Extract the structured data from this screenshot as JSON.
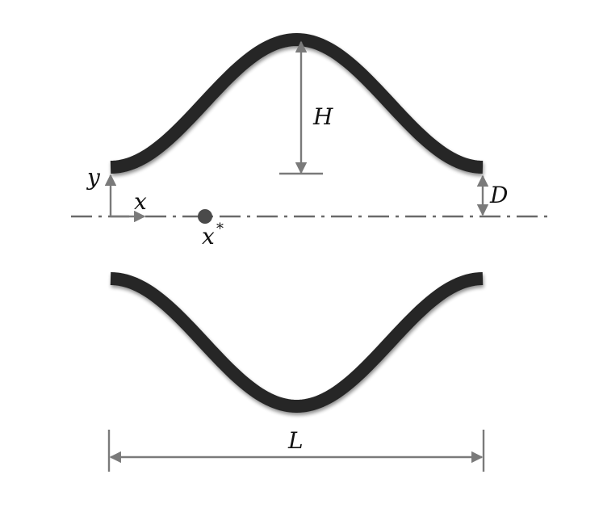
{
  "labels": {
    "height": "H",
    "gap": "D",
    "length": "L",
    "x_axis": "x",
    "y_axis": "y",
    "point_base": "x",
    "point_sup": "*"
  }
}
